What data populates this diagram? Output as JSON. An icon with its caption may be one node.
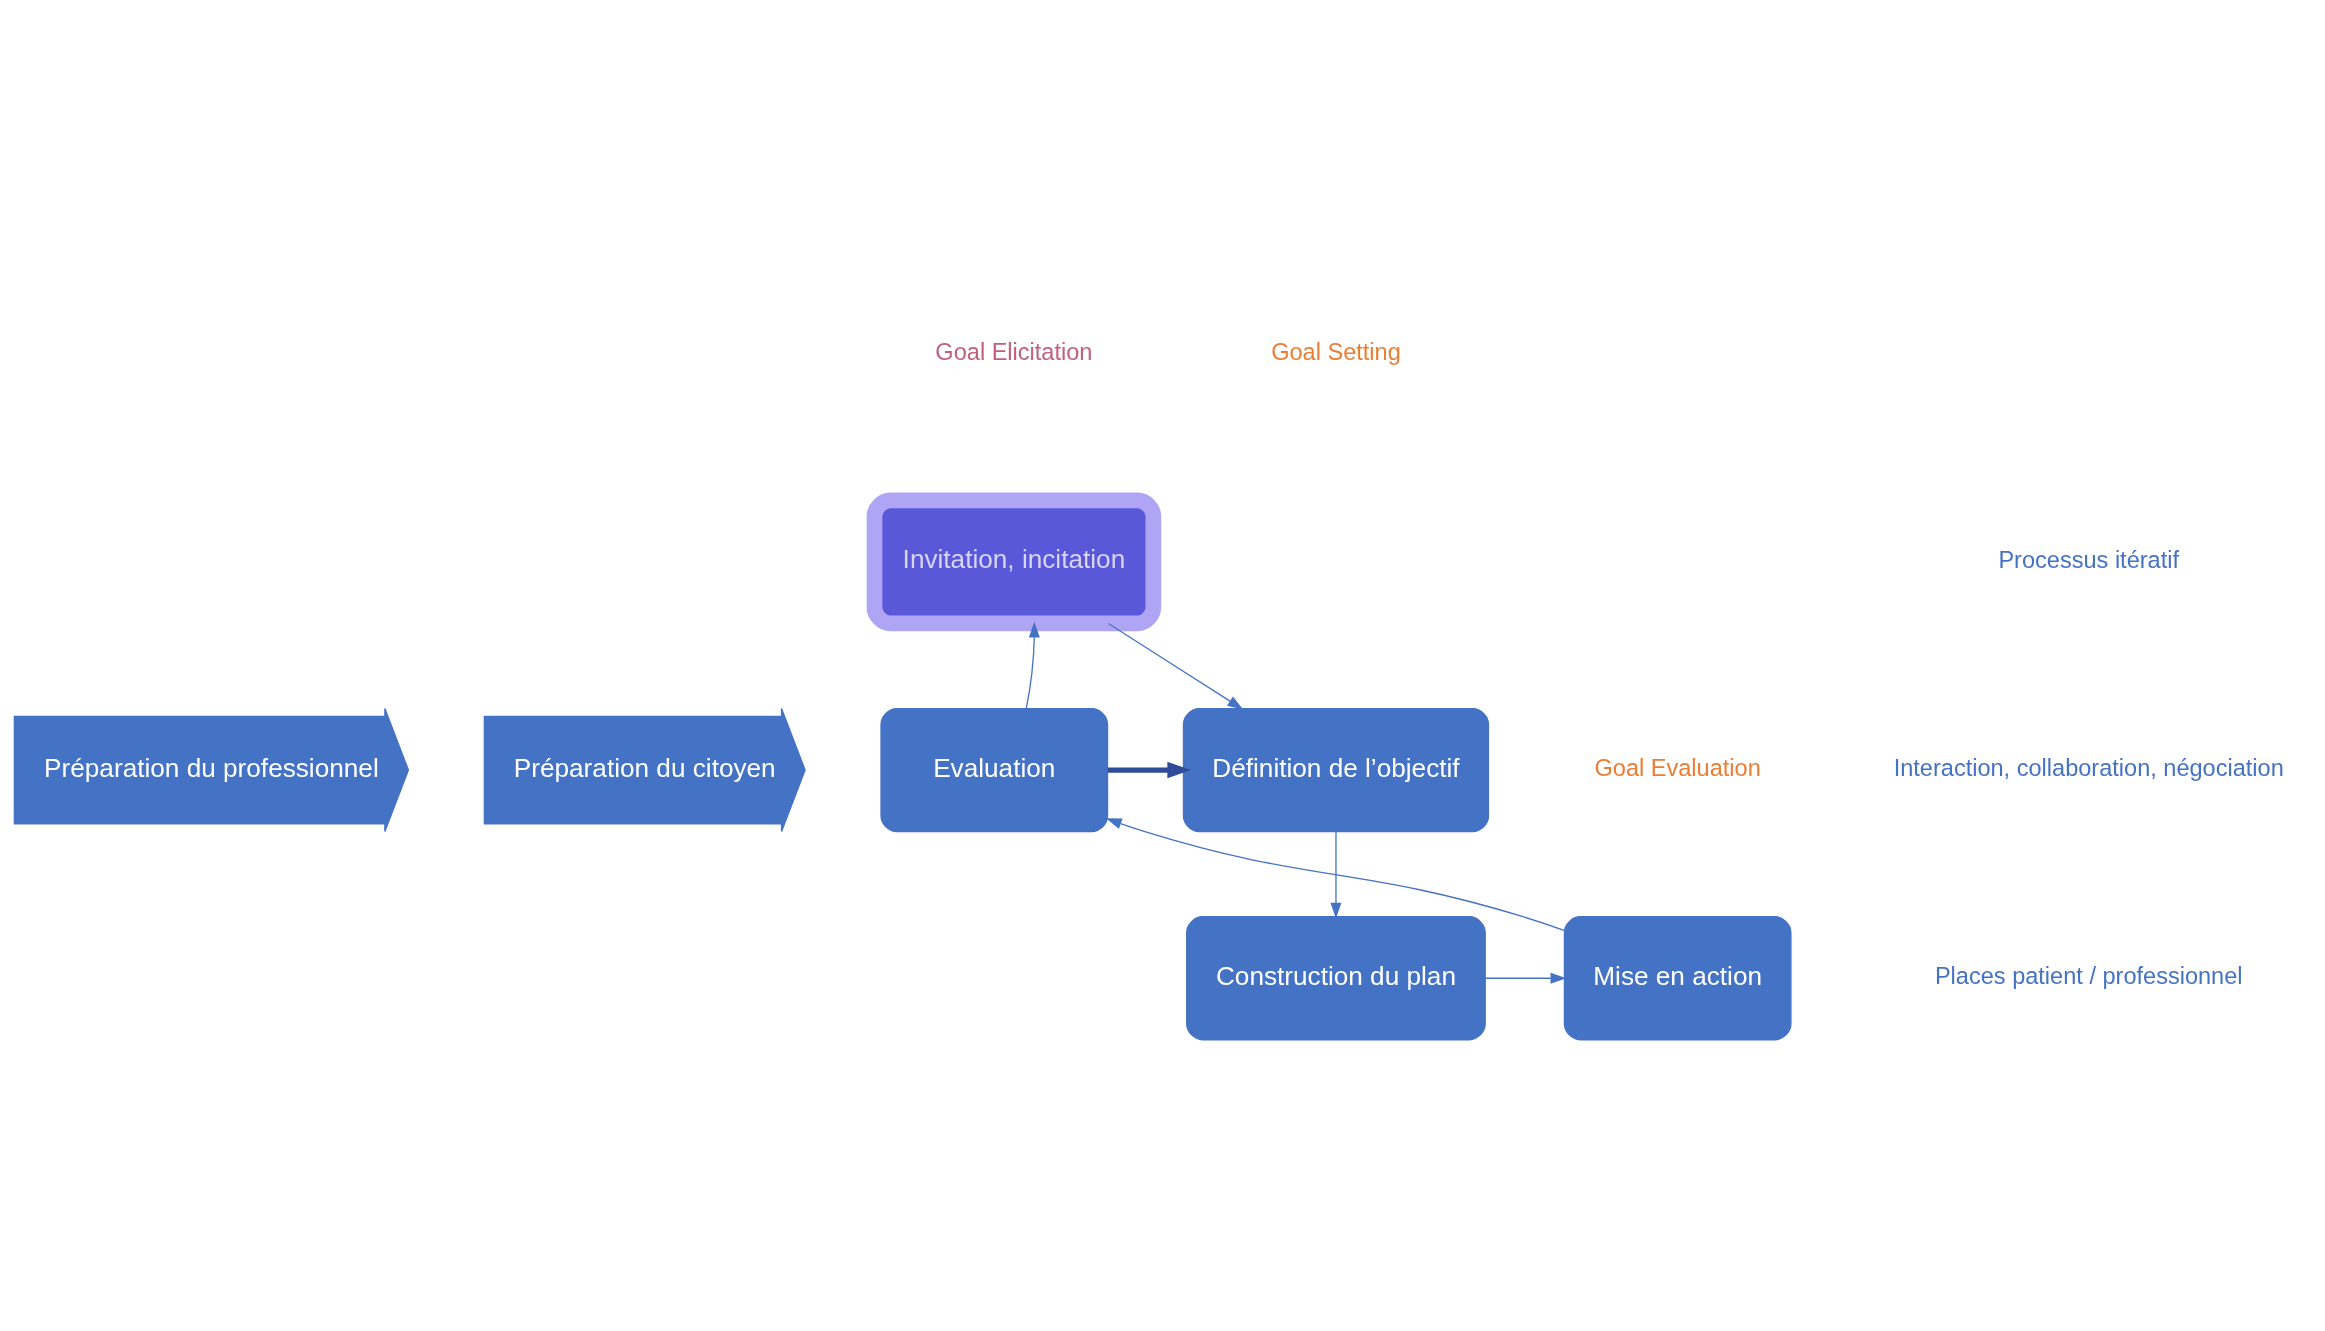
{
  "diagram": {
    "nodes": [
      {
        "text": [
          "Invitation, incitation"
        ]
      },
      {
        "text": [
          "Définition de l’objectif"
        ]
      },
      {
        "text": [
          "Construction du plan"
        ]
      },
      {
        "text": [
          "Mise en action"
        ]
      },
      {
        "text": [
          "Evaluation"
        ]
      },
      {
        "text": [
          "Préparation du professionnel"
        ]
      },
      {
        "text": [
          "Préparation du citoyen"
        ]
      }
    ],
    "edges": [
      {
        "from": 0,
        "to": 1,
        "arrow": "to"
      },
      {
        "from": 1,
        "to": 2,
        "arrow": "to"
      },
      {
        "from": 2,
        "to": 3,
        "arrow": "to"
      },
      {
        "from": 3,
        "to": 4,
        "arrow": "to"
      },
      {
        "from": 4,
        "to": 0,
        "arrow": "to"
      },
      {
        "from": 4,
        "to": 1,
        "arrow": "to",
        "style": "thick",
        "color": "#2f4b9a"
      }
    ],
    "labels": [
      "Goal Elicitation",
      "Goal Setting",
      "Goal Evaluation",
      "Processus itératif",
      "Interaction, collaboration, négociation",
      "Places patient / professionnel"
    ]
  }
}
